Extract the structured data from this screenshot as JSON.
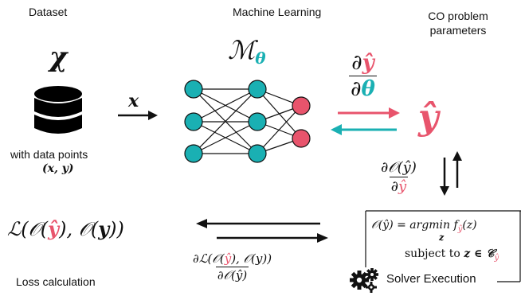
{
  "headers": {
    "dataset": "Dataset",
    "ml": "Machine Learning",
    "co_line1": "CO problem",
    "co_line2": "parameters"
  },
  "dataset": {
    "symbol": "χ",
    "caption": "with data points",
    "points": "(x, y)"
  },
  "ml": {
    "model_symbol": "ℳ",
    "model_sub": "θ"
  },
  "arrows": {
    "x_label": "x"
  },
  "gradients": {
    "dy_dtheta_num_d": "∂",
    "dy_dtheta_num_var": "ŷ",
    "dy_dtheta_den_d": "∂",
    "dy_dtheta_den_var": "θ",
    "do_dy_num": "∂𝒪(ŷ)",
    "do_dy_den_d": "∂",
    "do_dy_den_var": "ŷ",
    "dl_do_num_a": "∂ℒ(𝒪(",
    "dl_do_num_b": "ŷ",
    "dl_do_num_c": "), 𝒪(y))",
    "dl_do_den": "∂𝒪(ŷ)"
  },
  "co": {
    "yhat": "ŷ"
  },
  "loss": {
    "expr_a": "ℒ(𝒪(",
    "expr_b": "ŷ",
    "expr_c": "), 𝒪(",
    "expr_d": "y",
    "expr_e": "))",
    "caption": "Loss calculation"
  },
  "solver": {
    "line1_a": "𝒪(ŷ) = argmin f",
    "line1_sub": "ŷ",
    "line1_b": "(z)",
    "line1_under": "z",
    "line2_a": "subject to ",
    "line2_b": "z ∈ 𝒞",
    "line2_sub": "ŷ",
    "execution": "Solver Execution"
  },
  "colors": {
    "teal": "#1ab0b3",
    "pink": "#e8546c",
    "black": "#111111"
  }
}
